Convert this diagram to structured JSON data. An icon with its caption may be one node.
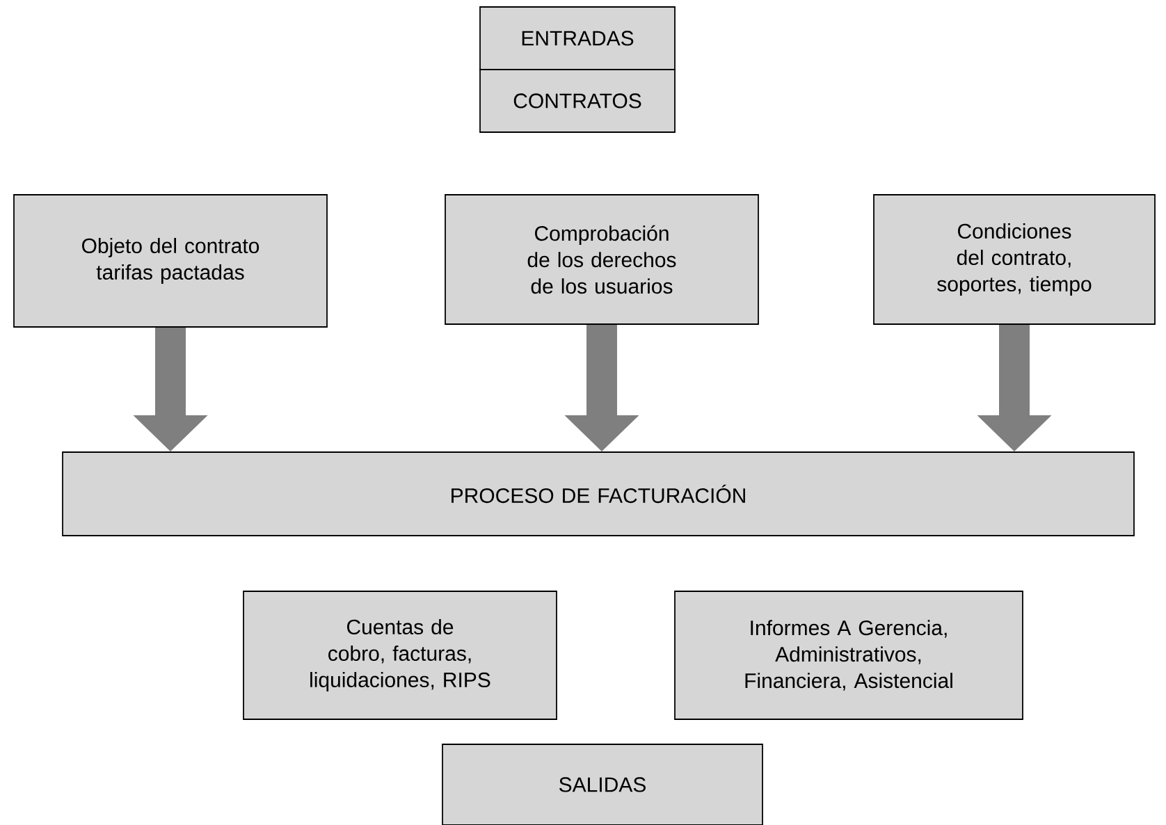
{
  "diagram": {
    "nodes": [
      {
        "text": [
          "ENTRADAS"
        ]
      },
      {
        "text": [
          "CONTRATOS"
        ]
      },
      {
        "text": [
          "Objeto del contrato tarifas pactadas"
        ]
      },
      {
        "text": [
          "Comprobación de los derechos de los usuarios"
        ]
      },
      {
        "text": [
          "Condiciones del contrato, soportes, tiempo"
        ]
      },
      {
        "text": [
          "PROCESO DE FACTURACIÓN"
        ]
      },
      {
        "text": [
          "Cuentas de cobro, facturas, liquidaciones, RIPS"
        ]
      },
      {
        "text": [
          "Informes A Gerencia, Administrativos, Financiera, Asistencial"
        ]
      },
      {
        "text": [
          "SALIDAS"
        ]
      }
    ],
    "edges": [
      {
        "from": 2,
        "to": 5,
        "arrow": "to"
      },
      {
        "from": 3,
        "to": 5,
        "arrow": "to"
      },
      {
        "from": 4,
        "to": 5,
        "arrow": "to"
      }
    ]
  }
}
